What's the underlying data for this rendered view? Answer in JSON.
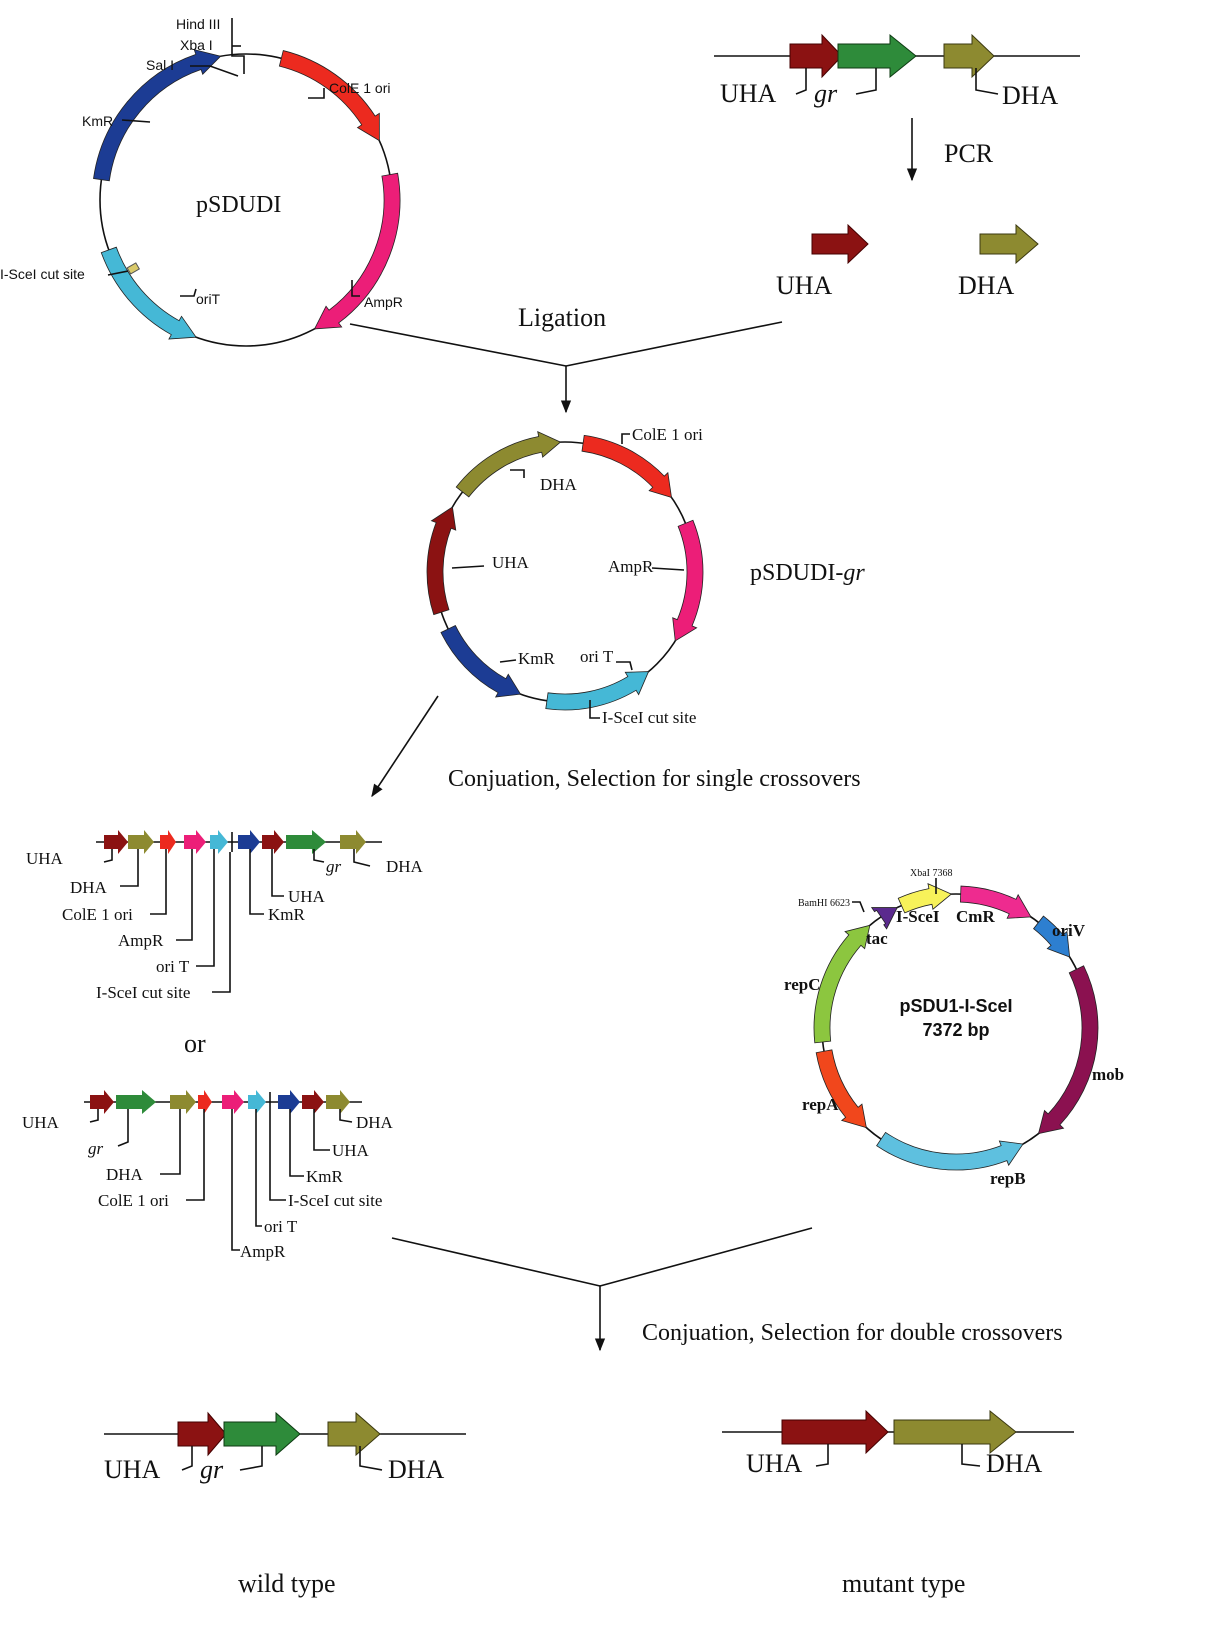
{
  "colors": {
    "uha": "#8b1212",
    "gr": "#2e8b3a",
    "dha": "#8d8a30",
    "cole1": "#ec2a1f",
    "ampr": "#ec1e78",
    "orit": "#45b8d6",
    "kmr": "#1c3c94",
    "scei_site": "#d9c96a",
    "isce1": "#f7f25a",
    "cmr": "#ee2b8f",
    "oriv": "#2d7fd0",
    "mob": "#8b1150",
    "repb": "#5ec0df",
    "repa": "#f1471c",
    "repc": "#8cc63f",
    "tac": "#5b2a8e"
  },
  "plasmid1": {
    "name": "pSDUDI",
    "labels": {
      "hind": "Hind III",
      "xba": "Xba I",
      "sal": "Sal I",
      "cole": "ColE 1 ori",
      "kmr": "KmR",
      "scei": "I-SceI cut site",
      "orit": "oriT",
      "ampr": "AmpR"
    }
  },
  "gene_top": {
    "uha": "UHA",
    "gr": "gr",
    "dha": "DHA"
  },
  "pcr": {
    "label": "PCR",
    "uha": "UHA",
    "dha": "DHA"
  },
  "ligation": "Ligation",
  "plasmid2": {
    "name_main": "pSDUDI-",
    "name_ital": "gr",
    "labels": {
      "cole": "ColE 1 ori",
      "dha": "DHA",
      "uha": "UHA",
      "ampr": "AmpR",
      "kmr": "KmR",
      "orit": "ori T",
      "scei": "I-SceI cut site"
    }
  },
  "step_single": "Conjuation,  Selection for single crossovers",
  "crossover1": {
    "uha": "UHA",
    "dha": "DHA",
    "cole": "ColE 1 ori",
    "ampr": "AmpR",
    "orit": "ori T",
    "scei": "I-SceI cut site",
    "gr": "gr",
    "uha2": "UHA",
    "kmr": "KmR",
    "dha2": "DHA"
  },
  "or_label": "or",
  "crossover2": {
    "uha": "UHA",
    "gr": "gr",
    "dha": "DHA",
    "cole": "ColE 1 ori",
    "ampr": "AmpR",
    "orit": "ori T",
    "scei": "I-SceI cut site",
    "kmr": "KmR",
    "uha2": "UHA",
    "dha2": "DHA"
  },
  "plasmid3": {
    "name1": "pSDU1-I-SceI",
    "name2": "7372 bp",
    "labels": {
      "xba": "XbaI 7368",
      "bam": "BamHI 6623",
      "isce": "I-SceI",
      "cmr": "CmR",
      "oriv": "oriV",
      "tac": "tac",
      "repc": "repC",
      "mob": "mob",
      "repa": "repA",
      "repb": "repB"
    }
  },
  "step_double": "Conjuation,  Selection for double crossovers",
  "wild": {
    "uha": "UHA",
    "gr": "gr",
    "dha": "DHA",
    "caption": "wild type"
  },
  "mutant": {
    "uha": "UHA",
    "dha": "DHA",
    "caption": "mutant type"
  }
}
